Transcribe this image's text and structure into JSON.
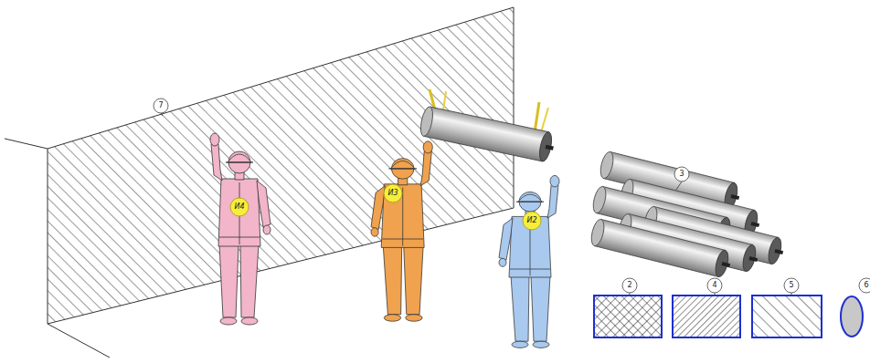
{
  "diagram": {
    "labels": [
      "7",
      "И4",
      "И3",
      "И2",
      "3",
      "2",
      "4",
      "5",
      "6"
    ]
  }
}
